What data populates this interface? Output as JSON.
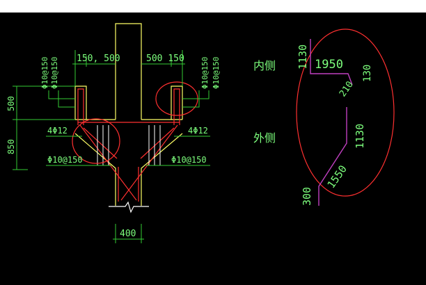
{
  "colors": {
    "background": "#000000",
    "outline": "#ffff66",
    "rebar": "#ff3030",
    "dimension": "#33cc33",
    "text": "#7dff7d",
    "callout": "#ff3030",
    "bent_bar": "#c040c0",
    "stirrup": "#ffffff"
  },
  "section": {
    "dim_top_left": "150, 500",
    "dim_top_right": "500 150",
    "left_stirrups": [
      "Φ10@150",
      "Φ10@150"
    ],
    "right_stirrups": [
      "Φ10@150",
      "Φ10@150"
    ],
    "left_height_top": "500",
    "left_height_bottom": "850",
    "bar_left": "4Φ12",
    "bar_right": "4Φ12",
    "stirrup_bottom_left": "Φ10@150",
    "stirrup_bottom_right": "Φ10@150",
    "bottom_width": "400"
  },
  "detail": {
    "inner_side_label": "内侧",
    "outer_side_label": "外侧",
    "inner_vertical": "1130",
    "inner_horizontal": "1950",
    "inner_end": "130",
    "inner_diagonal": "210",
    "outer_vertical": "1130",
    "outer_diagonal": "1550",
    "outer_bottom": "300"
  }
}
